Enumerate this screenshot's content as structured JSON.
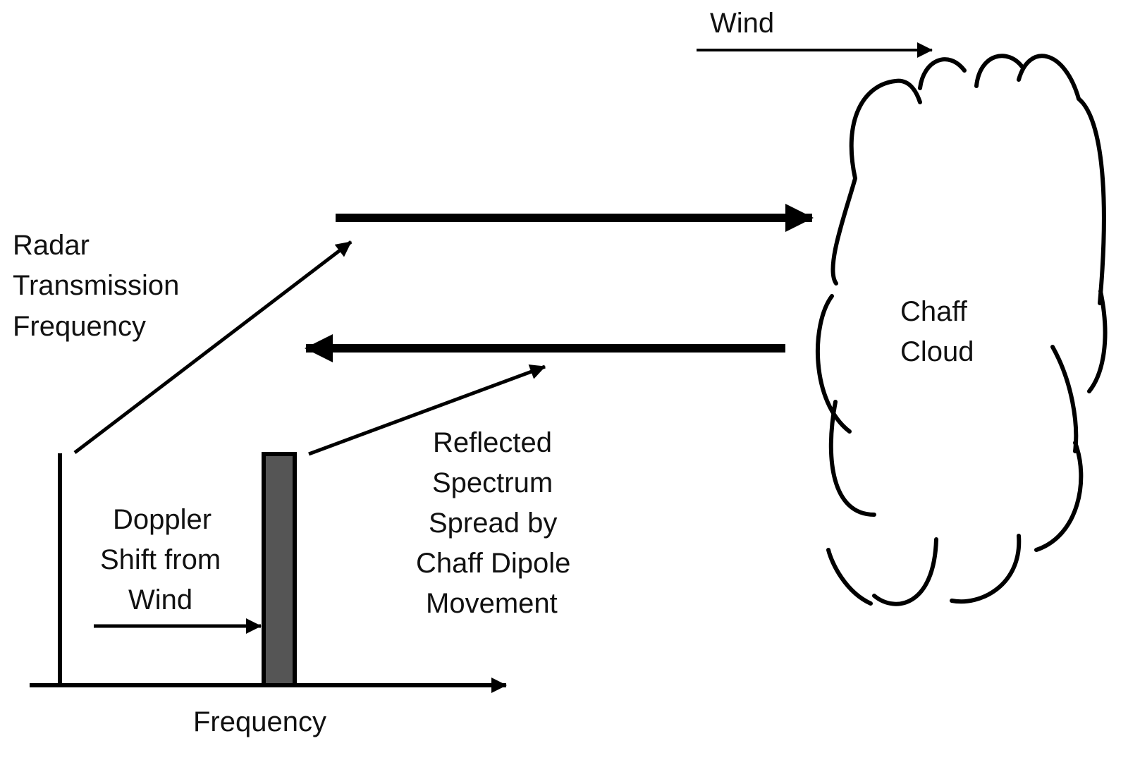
{
  "diagram": {
    "title": "Chaff cloud Doppler return diagram",
    "labels": {
      "wind": "Wind",
      "radar_tx": [
        "Radar",
        "Transmission",
        "Frequency"
      ],
      "chaff_cloud": [
        "Chaff",
        "Cloud"
      ],
      "doppler": [
        "Doppler",
        "Shift from",
        "Wind"
      ],
      "reflected": [
        "Reflected",
        "Spectrum",
        "Spread by",
        "Chaff Dipole",
        "Movement"
      ],
      "frequency_axis": "Frequency"
    },
    "colors": {
      "stroke": "#000000",
      "spectrum_fill": "#555555",
      "background": "#ffffff"
    }
  }
}
